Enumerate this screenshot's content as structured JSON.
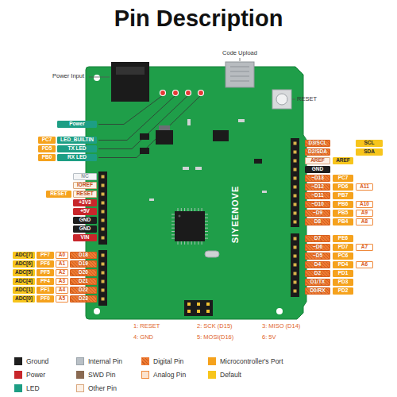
{
  "diagram": {
    "title": "Pin Description",
    "nodes": [
      {
        "text": [
          "Power"
        ]
      },
      {
        "text": [
          "PC7"
        ]
      },
      {
        "text": [
          "LED_BUILTIN"
        ]
      },
      {
        "text": [
          "PD5"
        ]
      },
      {
        "text": [
          "TX LED"
        ]
      },
      {
        "text": [
          "PB0"
        ]
      },
      {
        "text": [
          "RX LED"
        ]
      },
      {
        "text": [
          "NC"
        ]
      },
      {
        "text": [
          "IOREF"
        ]
      },
      {
        "text": [
          "RESET"
        ]
      },
      {
        "text": [
          "RESET"
        ]
      },
      {
        "text": [
          "+3V3"
        ]
      },
      {
        "text": [
          "+5V"
        ]
      },
      {
        "text": [
          "GND"
        ]
      },
      {
        "text": [
          "GND"
        ]
      },
      {
        "text": [
          "VIN"
        ]
      },
      {
        "text": [
          "ADC[7]"
        ]
      },
      {
        "text": [
          "PF7"
        ]
      },
      {
        "text": [
          "A0"
        ]
      },
      {
        "text": [
          "D18"
        ]
      },
      {
        "text": [
          "ADC[6]"
        ]
      },
      {
        "text": [
          "PF6"
        ]
      },
      {
        "text": [
          "A1"
        ]
      },
      {
        "text": [
          "D19"
        ]
      },
      {
        "text": [
          "ADC[5]"
        ]
      },
      {
        "text": [
          "PF5"
        ]
      },
      {
        "text": [
          "A2"
        ]
      },
      {
        "text": [
          "D20"
        ]
      },
      {
        "text": [
          "ADC[4]"
        ]
      },
      {
        "text": [
          "PF4"
        ]
      },
      {
        "text": [
          "A3"
        ]
      },
      {
        "text": [
          "D21"
        ]
      },
      {
        "text": [
          "ADC[1]"
        ]
      },
      {
        "text": [
          "PF1"
        ]
      },
      {
        "text": [
          "A4"
        ]
      },
      {
        "text": [
          "D22"
        ]
      },
      {
        "text": [
          "ADC[0]"
        ]
      },
      {
        "text": [
          "PF0"
        ]
      },
      {
        "text": [
          "A5"
        ]
      },
      {
        "text": [
          "D23"
        ]
      },
      {
        "text": [
          "D3/SCL"
        ]
      },
      {
        "text": [
          "SCL"
        ]
      },
      {
        "text": [
          "D2/SDA"
        ]
      },
      {
        "text": [
          "SDA"
        ]
      },
      {
        "text": [
          "AREF"
        ]
      },
      {
        "text": [
          "AREF"
        ]
      },
      {
        "text": [
          "GND"
        ]
      },
      {
        "text": [
          "~D13"
        ]
      },
      {
        "text": [
          "PC7"
        ]
      },
      {
        "text": [
          "~D12"
        ]
      },
      {
        "text": [
          "PD6"
        ]
      },
      {
        "text": [
          "A11"
        ]
      },
      {
        "text": [
          "~D11"
        ]
      },
      {
        "text": [
          "PB7"
        ]
      },
      {
        "text": [
          "~D10"
        ]
      },
      {
        "text": [
          "PB6"
        ]
      },
      {
        "text": [
          "A10"
        ]
      },
      {
        "text": [
          "~D9"
        ]
      },
      {
        "text": [
          "PB5"
        ]
      },
      {
        "text": [
          "A9"
        ]
      },
      {
        "text": [
          "D8"
        ]
      },
      {
        "text": [
          "PB4"
        ]
      },
      {
        "text": [
          "A8"
        ]
      },
      {
        "text": [
          "D7"
        ]
      },
      {
        "text": [
          "PE6"
        ]
      },
      {
        "text": [
          "~D6"
        ]
      },
      {
        "text": [
          "PD7"
        ]
      },
      {
        "text": [
          "A7"
        ]
      },
      {
        "text": [
          "~D5"
        ]
      },
      {
        "text": [
          "PC6"
        ]
      },
      {
        "text": [
          "D4"
        ]
      },
      {
        "text": [
          "PD4"
        ]
      },
      {
        "text": [
          "A6"
        ]
      },
      {
        "text": [
          "D2"
        ]
      },
      {
        "text": [
          "PD1"
        ]
      },
      {
        "text": [
          "D1/TX"
        ]
      },
      {
        "text": [
          "PD3"
        ]
      },
      {
        "text": [
          "D0/RX"
        ]
      },
      {
        "text": [
          "PD2"
        ]
      }
    ],
    "labels": [
      "Power Input",
      "Code Upload",
      "RESET",
      "SIYEENOVE",
      "1: RESET",
      "2: SCK (D15)",
      "3: MISO (D14)",
      "4: GND",
      "5: MOSI(D16)",
      "6: 5V"
    ],
    "legend": [
      {
        "text": "Ground",
        "color": "#1e1e1e"
      },
      {
        "text": "Internal Pin",
        "color": "#b9c0c6"
      },
      {
        "text": "Digital Pin",
        "color": "#ef7a33"
      },
      {
        "text": "Microcontroller's Port",
        "color": "#f5a21d"
      },
      {
        "text": "Power",
        "color": "#c8262b"
      },
      {
        "text": "SWD Pin",
        "color": "#8a6a52"
      },
      {
        "text": "Analog Pin",
        "color": "#fbe3cf"
      },
      {
        "text": "Default",
        "color": "#f7c51c"
      },
      {
        "text": "LED",
        "color": "#1d9e84"
      },
      {
        "text": "Other Pin",
        "color": "#fdf1e6"
      }
    ]
  }
}
